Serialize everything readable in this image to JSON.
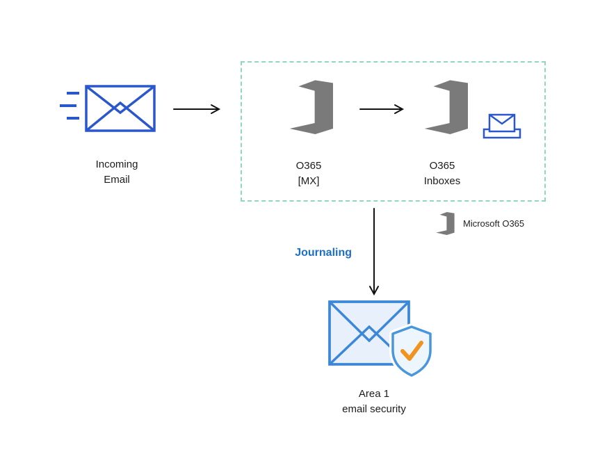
{
  "diagram": {
    "nodes": {
      "incoming_email": {
        "label": "Incoming\nEmail"
      },
      "o365_mx": {
        "label": "O365\n[MX]"
      },
      "o365_inboxes": {
        "label": "O365\nInboxes"
      },
      "area1": {
        "label": "Area 1\nemail security"
      }
    },
    "annotations": {
      "journaling_label": "Journaling",
      "legend_label": "Microsoft O365"
    },
    "icons": {
      "incoming_email": "envelope-with-speed-lines-icon",
      "o365_mx": "office-logo-icon",
      "o365_inboxes": "office-logo-icon",
      "inbox_tray": "envelope-in-tray-icon",
      "legend": "office-logo-icon",
      "area1": "envelope-with-shield-check-icon"
    },
    "colors": {
      "envelope_blue": "#2b57cd",
      "area1_envelope_blue": "#3c87d8",
      "area1_envelope_fill": "#e8f1fb",
      "shield_blue": "#4a96dd",
      "shield_fill": "#eef6fd",
      "check_orange": "#f0931f",
      "office_gray": "#7a7a7a",
      "boundary_dash_teal": "#8fd7c0",
      "journaling_blue": "#1b6fc4",
      "arrow_black": "#111111",
      "label_dark": "#1c1c1c"
    }
  }
}
